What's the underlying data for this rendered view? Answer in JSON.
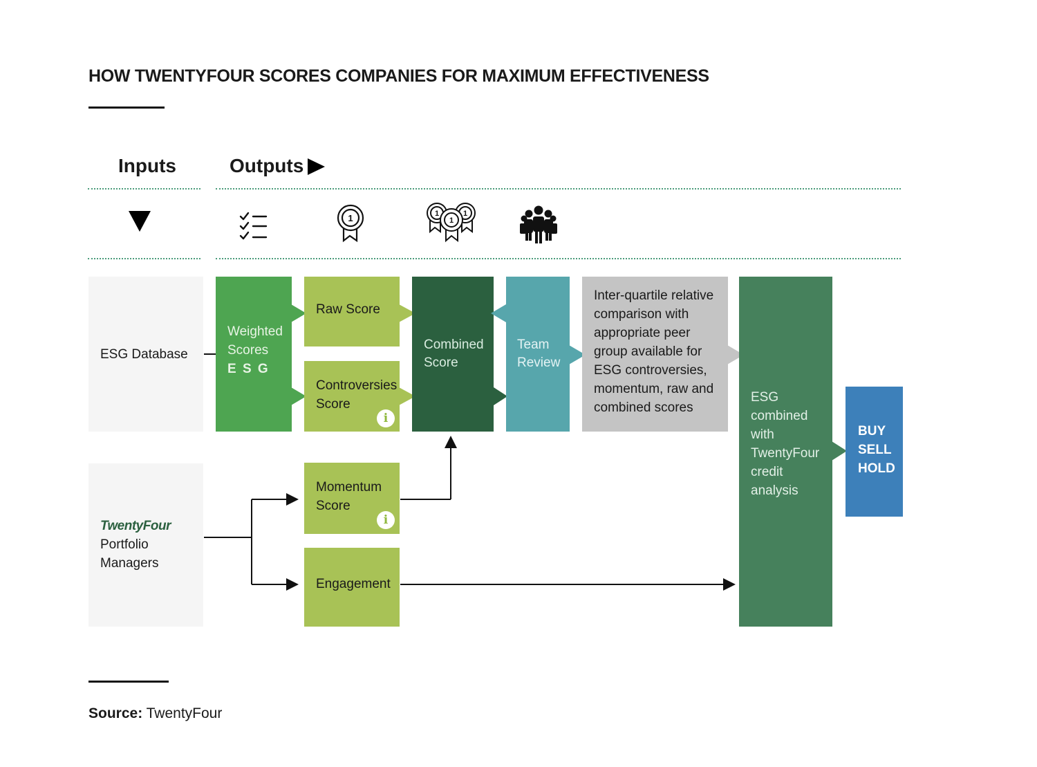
{
  "title": "HOW TWENTYFOUR SCORES COMPANIES FOR MAXIMUM EFFECTIVENESS",
  "headers": {
    "inputs": "Inputs",
    "outputs": "Outputs"
  },
  "icons": [
    "down-triangle-icon",
    "checklist-icon",
    "medal-icon",
    "medals-icon",
    "team-icon"
  ],
  "inputs": {
    "esg_database": "ESG Database",
    "portfolio_brand": "TwentyFour",
    "portfolio_line1": "Portfolio",
    "portfolio_line2": "Managers"
  },
  "boxes": {
    "weighted_line1": "Weighted",
    "weighted_line2": "Scores",
    "weighted_line3": "E S G",
    "raw_score": "Raw Score",
    "controversies_line1": "Controversies",
    "controversies_line2": "Score",
    "momentum_line1": "Momentum",
    "momentum_line2": "Score",
    "engagement": "Engagement",
    "combined_line1": "Combined",
    "combined_line2": "Score",
    "team_line1": "Team",
    "team_line2": "Review",
    "interquartile": [
      "Inter-quartile relative",
      "comparison with",
      "appropriate peer",
      "group available for",
      "ESG controversies,",
      "momentum, raw and",
      "combined scores"
    ],
    "esg_combined": [
      "ESG",
      "combined",
      "with",
      "TwentyFour",
      "credit",
      "analysis"
    ],
    "buy": "BUY",
    "sell": "SELL",
    "hold": "HOLD",
    "info_glyph": "i"
  },
  "source": {
    "label": "Source:",
    "value": " TwentyFour"
  },
  "colors": {
    "weighted": "#4ea551",
    "lightgreen": "#a8c256",
    "darkgreen": "#2b603f",
    "teal": "#57a6ac",
    "grey": "#c4c4c4",
    "esgcombined": "#46815c",
    "blue": "#3d80ba",
    "input_bg": "#f5f5f5"
  }
}
